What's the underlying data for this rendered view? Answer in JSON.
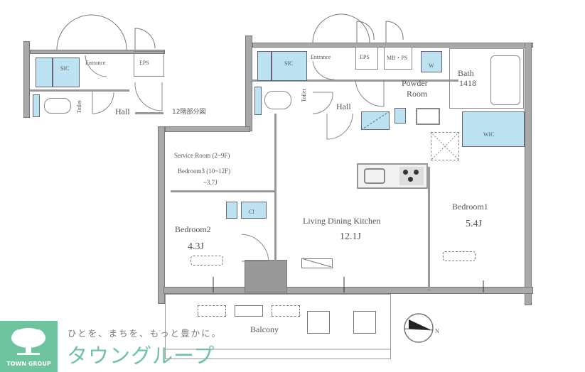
{
  "floorplan": {
    "rooms": {
      "sic_main": "SIC",
      "entrance_main": "Entrance",
      "eps_main": "EPS",
      "mbps": "MB・PS",
      "bath": "Bath",
      "bath_size": "1418",
      "powder_room_line1": "Powder",
      "powder_room_line2": "Room",
      "toilet_main": "Toilet",
      "hall_main": "Hall",
      "wic": "WIC",
      "service_room": "Service Room (2~9F)",
      "bedroom3": "Bedroom3 (10~12F)",
      "bedroom3_size": "~3.7J",
      "bedroom2": "Bedroom2",
      "bedroom2_size": "4.3J",
      "cl": "Cl",
      "ldk": "Living Dining Kitchen",
      "ldk_size": "12.1J",
      "bedroom1": "Bedroom1",
      "bedroom1_size": "5.4J",
      "balcony": "Balcony",
      "wm": "W"
    },
    "inset": {
      "sic": "SIC",
      "entrance": "Entrance",
      "eps": "EPS",
      "toilet": "Toilet",
      "hall": "Hall",
      "caption": "12階部分図"
    },
    "compass": {
      "label": "N"
    }
  },
  "branding": {
    "tagline": "ひとを、まちを、もっと豊かに。",
    "name_ja": "タウングループ",
    "name_en": "TOWN GROUP",
    "color": "#6fc4a0"
  }
}
